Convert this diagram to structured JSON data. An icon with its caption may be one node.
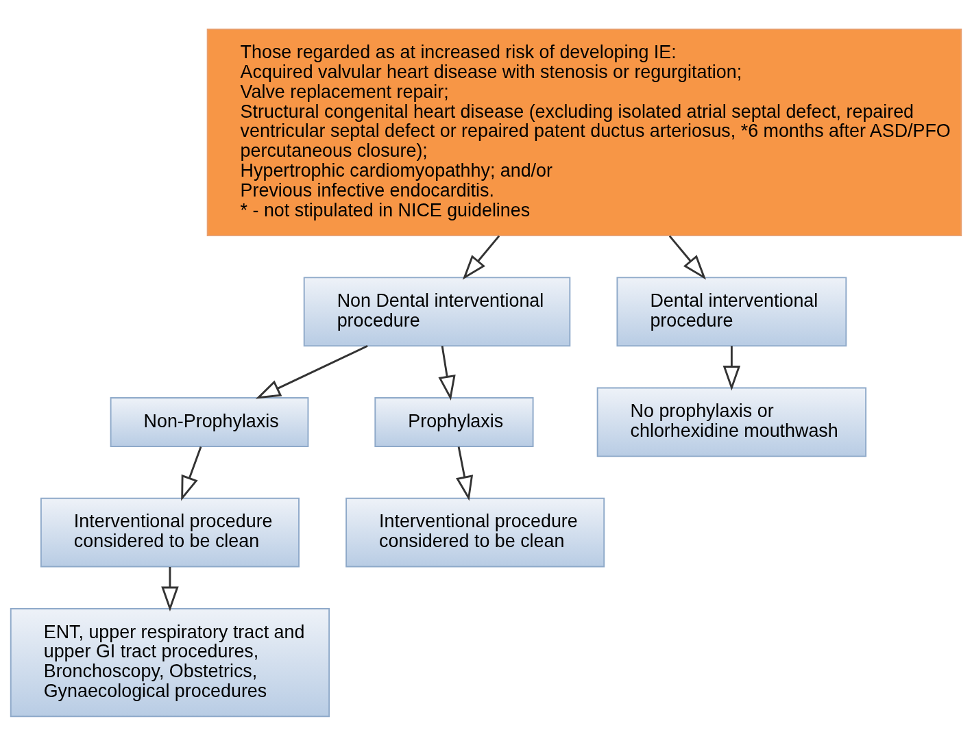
{
  "diagram": {
    "nodes": [
      {
        "text": [
          "Those regarded as at increased risk of developing IE:",
          "Acquired valvular heart disease with stenosis or regurgitation;",
          "Valve replacement repair;",
          "Structural congenital heart disease (excluding isolated atrial septal defect, repaired ventricular septal defect or repaired patent ductus arteriosus, *6 months after ASD/PFO percutaneous closure);",
          "Hypertrophic cardiomyopathhy; and/or",
          "Previous infective endocarditis.",
          "* - not stipulated in NICE guidelines"
        ]
      },
      {
        "text": [
          "Non Dental interventional procedure"
        ]
      },
      {
        "text": [
          "Dental interventional procedure"
        ]
      },
      {
        "text": [
          "Non-Prophylaxis"
        ]
      },
      {
        "text": [
          "Prophylaxis"
        ]
      },
      {
        "text": [
          "No prophylaxis or chlorhexidine mouthwash"
        ]
      },
      {
        "text": [
          "Interventional procedure considered to be clean"
        ]
      },
      {
        "text": [
          "Interventional procedure considered to be clean"
        ]
      },
      {
        "text": [
          "ENT, upper respiratory tract and upper GI tract procedures, Bronchoscopy, Obstetrics, Gynaecological procedures"
        ]
      }
    ],
    "edges": [
      {
        "from": 0,
        "to": 1,
        "arrow": "to"
      },
      {
        "from": 0,
        "to": 2,
        "arrow": "to"
      },
      {
        "from": 1,
        "to": 3,
        "arrow": "to"
      },
      {
        "from": 1,
        "to": 4,
        "arrow": "to"
      },
      {
        "from": 2,
        "to": 5,
        "arrow": "to"
      },
      {
        "from": 3,
        "to": 6,
        "arrow": "to"
      },
      {
        "from": 4,
        "to": 7,
        "arrow": "to"
      },
      {
        "from": 6,
        "to": 8,
        "arrow": "to"
      }
    ]
  }
}
